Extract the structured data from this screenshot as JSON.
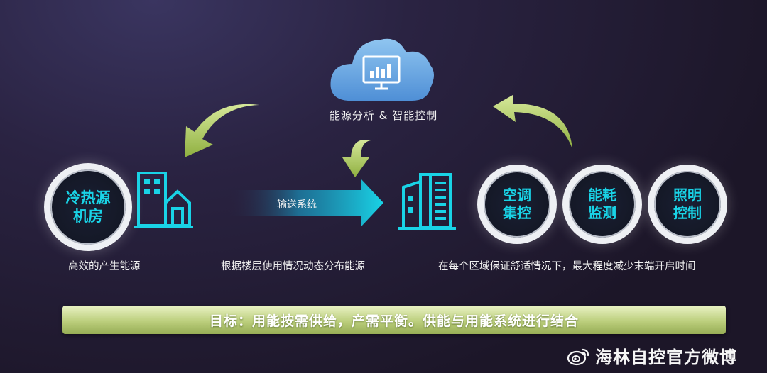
{
  "cloud": {
    "label": "能源分析 & 智能控制",
    "icon": "monitor-chart-icon"
  },
  "plant": {
    "lines": [
      "冷热源",
      "机房"
    ],
    "caption": "高效的产生能源"
  },
  "transport": {
    "label": "输送系统",
    "caption": "根据楼层使用情况动态分布能源"
  },
  "terminals": {
    "items": [
      {
        "lines": [
          "空调",
          "集控"
        ]
      },
      {
        "lines": [
          "能耗",
          "监测"
        ]
      },
      {
        "lines": [
          "照明",
          "控制"
        ]
      }
    ],
    "caption": "在每个区域保证舒适情况下，最大程度减少末端开启时间"
  },
  "goal": "目标：用能按需供给，产需平衡。供能与用能系统进行结合",
  "watermark": "海林自控官方微博",
  "colors": {
    "accent": "#19d3e6",
    "arrow_green": "#b5d26a",
    "goal_bar": "#bccf7d"
  }
}
